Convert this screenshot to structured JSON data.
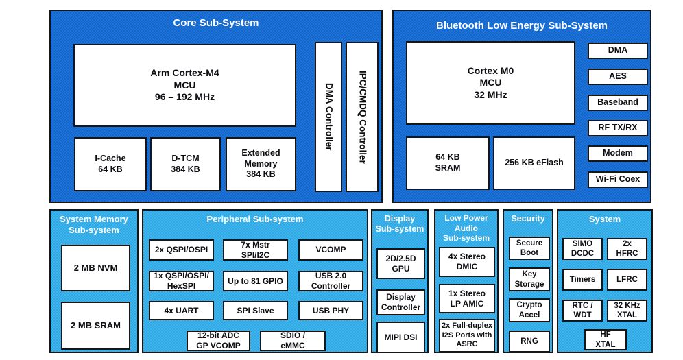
{
  "colors": {
    "top_section_bg": "#1B74DE",
    "bottom_section_bg": "#2AA9E6",
    "box_bg": "#FFFFFF",
    "border": "#161616",
    "header_text": "#FFFFFF",
    "label_text": "#0D0D12"
  },
  "core": {
    "title": "Core Sub-System",
    "mcu": "Arm Cortex-M4\nMCU\n96 – 192 MHz",
    "icache": "I-Cache\n64 KB",
    "dtcm": "D-TCM\n384 KB",
    "ext_memory": "Extended\nMemory\n384 KB",
    "dma": "DMA Controller",
    "ipc": "IPC/CMDQ Controller"
  },
  "ble": {
    "title": "Bluetooth Low Energy Sub-System",
    "mcu": "Cortex M0\nMCU\n32 MHz",
    "sram": "64 KB\nSRAM",
    "eflash": "256 KB eFlash",
    "blocks": [
      "DMA",
      "AES",
      "Baseband",
      "RF TX/RX",
      "Modem",
      "Wi-Fi Coex"
    ]
  },
  "memory": {
    "title": "System Memory\nSub-system",
    "nvm": "2 MB NVM",
    "sram": "2 MB SRAM"
  },
  "peripheral": {
    "title": "Peripheral Sub-system",
    "grid": [
      "2x QSPI/OSPI",
      "7x Mstr\nSPI/I2C",
      "VCOMP",
      "1x QSPI/OSPI/\nHexSPI",
      "Up to 81 GPIO",
      "USB 2.0\nController",
      "4x UART",
      "SPI Slave",
      "USB PHY"
    ],
    "adc": "12-bit ADC\nGP VCOMP",
    "sdio": "SDIO /\neMMC"
  },
  "display": {
    "title": "Display\nSub-system",
    "gpu": "2D/2.5D\nGPU",
    "controller": "Display\nController",
    "mipi": "MIPI DSI"
  },
  "audio": {
    "title": "Low Power\nAudio\nSub-system",
    "dmic": "4x Stereo\nDMIC",
    "amic": "1x Stereo\nLP AMIC",
    "i2s": "2x Full-duplex\nI2S Ports with\nASRC"
  },
  "security": {
    "title": "Security",
    "boot": "Secure\nBoot",
    "key": "Key\nStorage",
    "crypto": "Crypto\nAccel",
    "rng": "RNG"
  },
  "system": {
    "title": "System",
    "simo": "SIMO\nDCDC",
    "hfrc": "2x\nHFRC",
    "timers": "Timers",
    "lfrc": "LFRC",
    "rtc": "RTC /\nWDT",
    "xtal32": "32 KHz\nXTAL",
    "hf_xtal": "HF\nXTAL"
  }
}
